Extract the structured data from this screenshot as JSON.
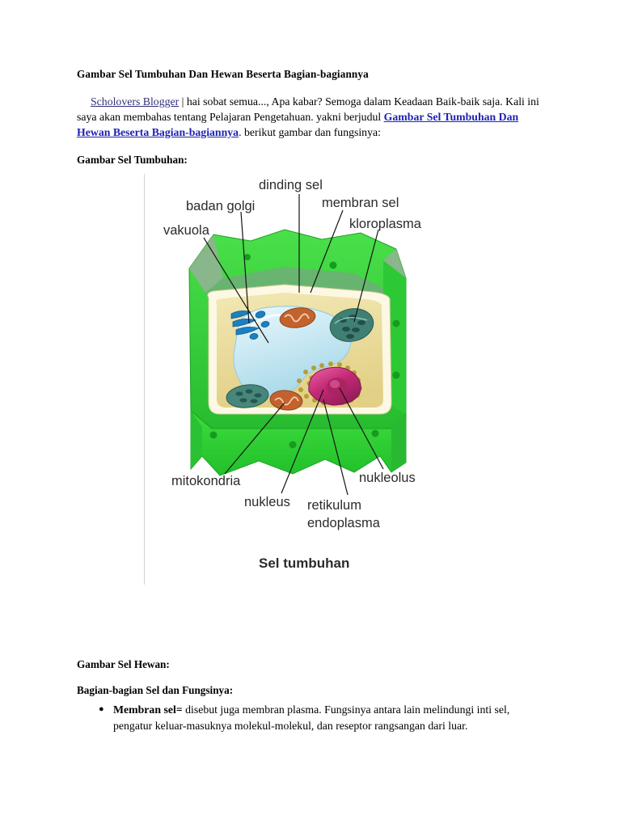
{
  "document": {
    "title": "Gambar Sel Tumbuhan Dan Hewan Beserta Bagian-bagiannya",
    "intro": {
      "lead_link": "Scholovers Blogger",
      "text_1": " | hai sobat semua..., Apa kabar? Semoga dalam Keadaan Baik-baik saja. Kali ini saya akan membahas tentang Pelajaran Pengetahuan. yakni berjudul ",
      "inline_link": "Gambar Sel Tumbuhan Dan Hewan Beserta Bagian-bagiannya",
      "text_2": ". berikut gambar dan fungsinya:"
    },
    "heading_tumbuhan": "Gambar Sel Tumbuhan:",
    "heading_hewan": "Gambar Sel Hewan:",
    "heading_bagian": "Bagian-bagian Sel dan Fungsinya:",
    "list": [
      {
        "term": "Membran sel=",
        "description": " disebut juga membran plasma. Fungsinya antara lain melindungi inti sel, pengatur keluar-masuknya molekul-molekul, dan reseptor rangsangan dari luar."
      }
    ]
  },
  "figure": {
    "caption": "Sel tumbuhan",
    "labels": {
      "dinding_sel": "dinding sel",
      "badan_golgi": "badan golgi",
      "membran_sel": "membran sel",
      "vakuola": "vakuola",
      "kloroplasma": "kloroplasma",
      "mitokondria": "mitokondria",
      "nukleus": "nukleus",
      "nukleolus": "nukleolus",
      "retikulum_1": "retikulum",
      "retikulum_2": "endoplasma"
    },
    "colors": {
      "cell_wall_bright": "#35d335",
      "cell_wall_dark": "#1faa27",
      "cell_wall_shadow": "#7fa87f",
      "cytoplasm": "#ecdf9c",
      "cytoplasm_edge": "#fdf6df",
      "vacuole": "#c5e8f2",
      "nucleus": "#c8327c",
      "chloroplast": "#3f7f74",
      "mitochondria": "#c4622e",
      "golgi": "#1c7fc0",
      "label_text": "#2b2b2b"
    }
  },
  "link_colors": {
    "visited": "#2f2f7a",
    "blue": "#1e22b4"
  }
}
